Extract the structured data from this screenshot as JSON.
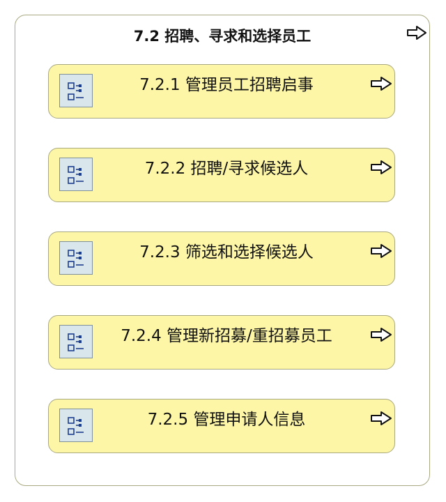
{
  "group": {
    "title": "7.2 招聘、寻求和选择员工",
    "icon": "arrow-right-icon"
  },
  "items": [
    {
      "label": "7.2.1 管理员工招聘启事",
      "icon": "list-icon",
      "link_icon": "arrow-right-icon"
    },
    {
      "label": "7.2.2 招聘/寻求候选人",
      "icon": "list-icon",
      "link_icon": "arrow-right-icon"
    },
    {
      "label": "7.2.3 筛选和选择候选人",
      "icon": "list-icon",
      "link_icon": "arrow-right-icon"
    },
    {
      "label": "7.2.4 管理新招募/重招募员工",
      "icon": "list-icon",
      "link_icon": "arrow-right-icon"
    },
    {
      "label": "7.2.5 管理申请人信息",
      "icon": "list-icon",
      "link_icon": "arrow-right-icon"
    }
  ],
  "colors": {
    "card_fill": "#fdf6a6",
    "card_border": "#a8a880",
    "icon_fill": "#d9e6ec"
  }
}
